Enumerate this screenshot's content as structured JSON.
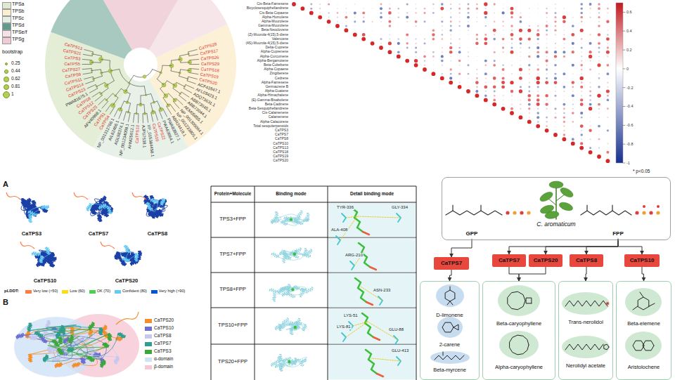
{
  "diagram": {
    "nodes": [
      {
        "text": [
          "C. aromaticum"
        ]
      },
      {
        "text": [
          "GPP"
        ],
        "in": 0
      },
      {
        "text": [
          "FPP"
        ],
        "in": 0
      },
      {
        "text": [
          "CaTPS7"
        ]
      },
      {
        "text": [
          "CaTPS7"
        ]
      },
      {
        "text": [
          "CaTPS20"
        ]
      },
      {
        "text": [
          "CaTPS8"
        ]
      },
      {
        "text": [
          "CaTPS10"
        ]
      },
      {
        "text": [
          "D-limonene",
          "2-carene",
          "Beta-myrcene"
        ]
      },
      {
        "text": [
          "Beta-caryophyllene",
          "Alpha-caryophyllene"
        ]
      },
      {
        "text": [
          "Trans-nerolidol",
          "Nerolidyl acetate"
        ]
      },
      {
        "text": [
          "Beta-elemene",
          "Aristolochene"
        ]
      }
    ],
    "edges": [
      {
        "from": 1,
        "to": 3,
        "arrow": "to"
      },
      {
        "from": 3,
        "to": 8,
        "arrow": "to"
      },
      {
        "from": 2,
        "to": 4,
        "arrow": "to"
      },
      {
        "from": 2,
        "to": 5,
        "arrow": "to"
      },
      {
        "from": 2,
        "to": 6,
        "arrow": "to"
      },
      {
        "from": 2,
        "to": 7,
        "arrow": "to"
      },
      {
        "from": 4,
        "to": 9,
        "arrow": "to"
      },
      {
        "from": 5,
        "to": 9,
        "arrow": "to"
      },
      {
        "from": 6,
        "to": 10,
        "arrow": "to"
      },
      {
        "from": 7,
        "to": 11,
        "arrow": "to"
      }
    ],
    "labels": [
      "bootstrap",
      "CaTPS28",
      "CaTPS17",
      "CaTPS26",
      "CaTPS29",
      "CaTPS18",
      "CaTPS19",
      "CaTPS20",
      "ACF41947.1",
      "AFL03423.1",
      "ADQ73631.1",
      "ABB73045.1",
      "ABB73044.1",
      "AEM05855.1",
      "NP_001305094.1",
      "NP_001233805.1",
      "ABR24418.1",
      "PWA83927.1",
      "PWA63664.1",
      "CaTPS22",
      "CaTPS16",
      "XP_015384458.1",
      "AJP07538.1",
      "CaTPS10",
      "AHM25012.1",
      "NP_001234008.1",
      "AGL98374.1",
      "AIL62466.1",
      "NP_001312766.1",
      "CaTPS4",
      "CaTPS1",
      "AFV40968.1",
      "CaTPS25",
      "CaTPS12",
      "CaTPS8",
      "PWA81675.1",
      "CaTPS23",
      "CaTPS14",
      "CaTPS11",
      "CaTPS9",
      "CaTPS27",
      "CaTPS5",
      "CaTPS3",
      "CaTPS21",
      "CaTPS13",
      "Cis-Beta-Farnesene",
      "Bicyclosesquiphellandrene",
      "Cis-Beta-Copaene",
      "Alpha-Humulene",
      "Alpha-Muurolene",
      "Gamma-Muurolene",
      "Beta-Neoclovene",
      "(Z)-Muurola-4(15),5-diene",
      "Valencene",
      "(4S)-Muurola-4(15),5-diene",
      "Delta-Cuprene",
      "Alpha-Cuprenene",
      "Alpha-Curcumene",
      "Alpha-Bergamotene",
      "Beta-Cubebene",
      "Alpha-Copaene",
      "Zingiberene",
      "Cedrene",
      "Alpha-Farnesene",
      "Germacrene B",
      "Alpha-Guaiene",
      "Alpha-Himachalene",
      "(E)-Gamma-Bisabolene",
      "Beta-Cadinene",
      "Beta-Sesquiphellandrene",
      "Cis-Calamenene",
      "Calamenene",
      "Alpha-Calacorene",
      "Total sesquiterpenoids",
      "CaTPS3",
      "CaTPS7",
      "CaTPS8",
      "CaTPS10",
      "CaTPS13",
      "CaTPS18",
      "CaTPS19",
      "CaTPS20",
      "0.6",
      "0.4",
      "0.2",
      "0",
      "-0.2",
      "-0.4",
      "-0.6",
      "-0.8",
      "-1",
      "* p<0.05",
      "A",
      "CaTPS3",
      "CaTPS7",
      "CaTPS8",
      "CaTPS10",
      "CaTPS20",
      "pLDDT:",
      "B",
      "Protein+Molecule",
      "Binding mode",
      "Detail binding mode",
      "TPS3+FPP",
      "TPS7+FPP",
      "TPS8+FPP",
      "TPS10+FPP",
      "TPS20+FPP",
      "TYR-336",
      "GLY-334",
      "ALA-408",
      "ARG-210",
      "ASN-233",
      "LYS-51",
      "LYS-81",
      "GLU-88",
      "GLU-413"
    ],
    "legend": [
      {
        "text": "TPSa",
        "color": "#dfeacf"
      },
      {
        "text": "TPSb",
        "color": "#fbefd0"
      },
      {
        "text": "TPSc",
        "color": "#e4efe4"
      },
      {
        "text": "TPSd",
        "color": "#5f9c8c"
      },
      {
        "text": "TPSe/f",
        "color": "#f4e2e6"
      },
      {
        "text": "TPSg",
        "color": "#efcbd5"
      },
      {
        "text": "0.25"
      },
      {
        "text": "0.44"
      },
      {
        "text": "0.62"
      },
      {
        "text": "0.81"
      },
      {
        "text": "1"
      },
      {
        "text": "Very low (<50)",
        "color": "#ff7d45"
      },
      {
        "text": "Low (60)",
        "color": "#ffdb13"
      },
      {
        "text": "OK (70)",
        "color": "#4ccf4c"
      },
      {
        "text": "Confident (80)",
        "color": "#65cbf3"
      },
      {
        "text": "Very high (>90)",
        "color": "#0053d6"
      },
      {
        "text": "CaTPS20",
        "color": "#f28e2b"
      },
      {
        "text": "CaTPS10",
        "color": "#6b6fd4"
      },
      {
        "text": "CaTPS8",
        "color": "#c7c8ef"
      },
      {
        "text": "CaTPS7",
        "color": "#2f9d8f"
      },
      {
        "text": "CaTPS3",
        "color": "#3aa83a"
      },
      {
        "text": "α-domain",
        "color": "#cfe2f6"
      },
      {
        "text": "β-domain",
        "color": "#f6c8d6"
      }
    ]
  }
}
